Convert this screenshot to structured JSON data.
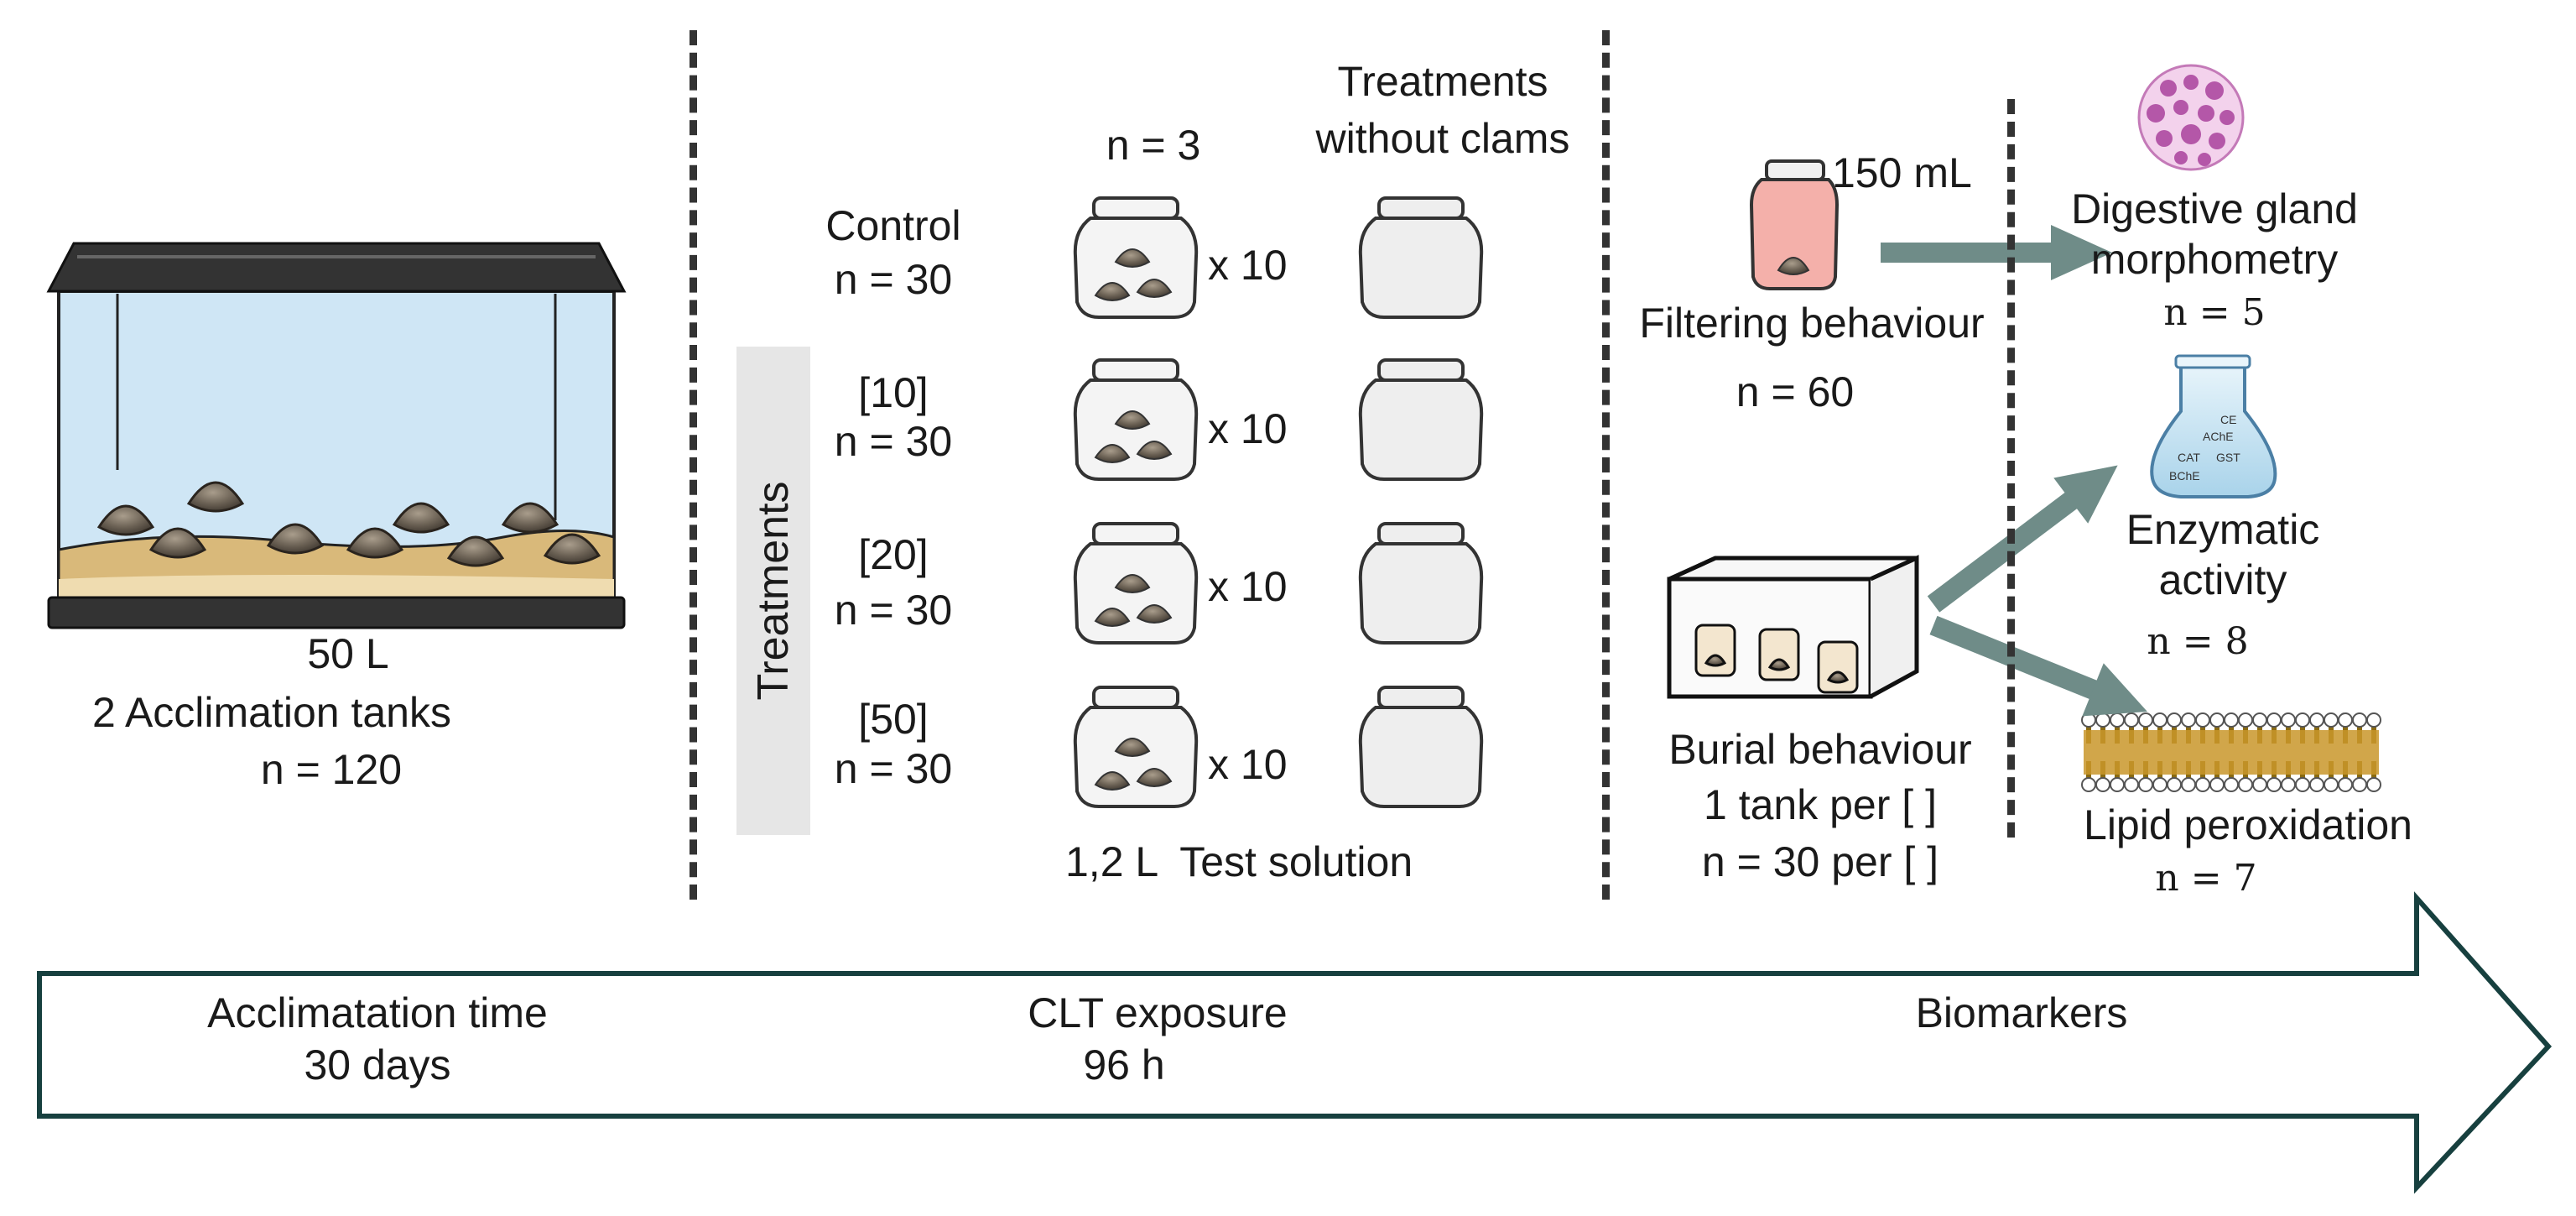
{
  "acclimation": {
    "volume": "50 L",
    "tanks": "2 Acclimation tanks",
    "n": "n = 120"
  },
  "exposure": {
    "sidebar_label": "Treatments",
    "n_header": "n = 3",
    "without_clams_line1": "Treatments",
    "without_clams_line2": "without clams",
    "multiplier": "x 10",
    "rows": [
      {
        "label": "Control",
        "n": "n = 30"
      },
      {
        "label": "[10]",
        "n": "n = 30"
      },
      {
        "label": "[20]",
        "n": "n = 30"
      },
      {
        "label": "[50]",
        "n": "n = 30"
      }
    ],
    "footer": "1,2 L  Test solution"
  },
  "behaviour": {
    "volume": "150 mL",
    "filtering": "Filtering behaviour",
    "filtering_n": "n = 60",
    "burial_line1": "Burial behaviour",
    "burial_line2": "1 tank per [ ]",
    "burial_n": "n = 30 per [ ]"
  },
  "biomarkers": {
    "digestive_line1": "Digestive gland",
    "digestive_line2": "morphometry",
    "digestive_n": "n = 5",
    "enzymatic_line1": "Enzymatic",
    "enzymatic_line2": "activity",
    "enzymatic_n": "n = 8",
    "enzyme_labels": [
      "CE",
      "AChE",
      "CAT",
      "GST",
      "BChE"
    ],
    "lipid": "Lipid peroxidation",
    "lipid_n": "n = 7"
  },
  "timeline": {
    "phase1_line1": "Acclimatation time",
    "phase1_line2": "30 days",
    "phase2_line1": "CLT exposure",
    "phase2_line2": "96 h",
    "phase3": "Biomarkers"
  },
  "colors": {
    "arrow": "#6f8c88",
    "timeline_stroke": "#17403f",
    "water": "#cfe6f5",
    "sand": "#d9b97a",
    "clam": "#6d6356"
  }
}
